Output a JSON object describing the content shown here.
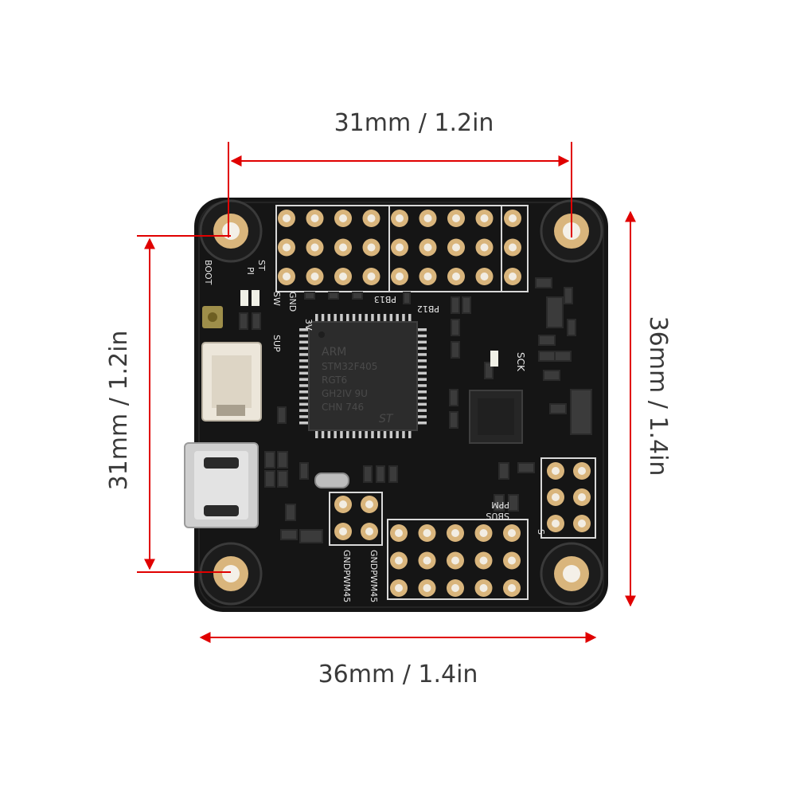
{
  "dimensions": {
    "top_width": "31mm / 1.2in",
    "left_height": "31mm / 1.2in",
    "right_height": "36mm / 1.4in",
    "bottom_width": "36mm / 1.4in"
  },
  "colors": {
    "background": "#ffffff",
    "board": "#151515",
    "pad": "#d9b57c",
    "arrow": "#e00000",
    "label": "#3a3a3a"
  },
  "board": {
    "silkscreen": {
      "boot": "BOOT",
      "st": "ST",
      "pi": "PI",
      "gnd": "GND",
      "sw": "SW",
      "v3": "3V",
      "sup": "SUP",
      "pb13": "PB13",
      "pb12": "PB12",
      "sck": "SCK",
      "ppm": "PPM",
      "sbus": "SBUS",
      "s": "S",
      "gnd_pwm1": "GNDPWM45",
      "gnd_pwm2": "GNDPWM45"
    },
    "mcu": {
      "line1": "ARM",
      "line2": "STM32F405",
      "line3": "RGT6",
      "line4": "GH2IV 9U",
      "line5": "CHN 746",
      "logo": "ST"
    }
  }
}
